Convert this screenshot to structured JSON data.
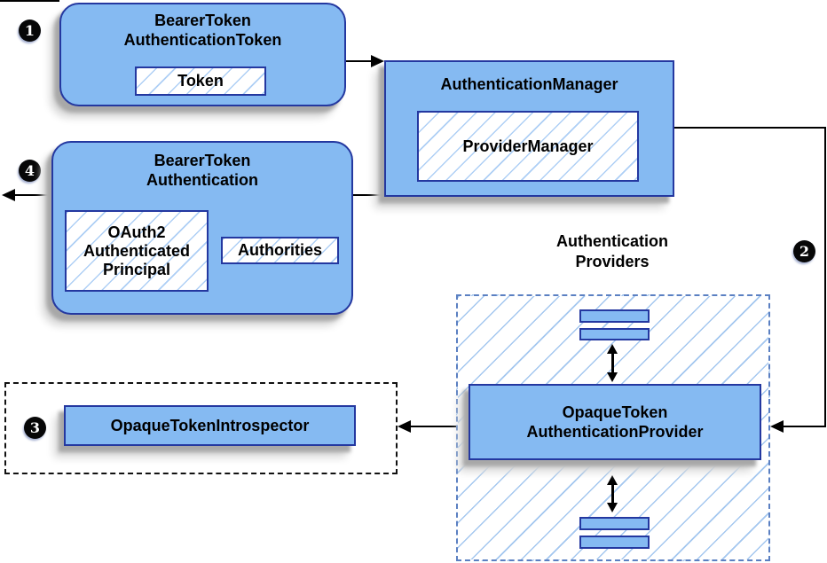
{
  "diagram": {
    "colors": {
      "node_fill": "#85baf2",
      "node_border": "#2438a0",
      "hatch_line": "#aecff5",
      "providers_dashed_border": "#5b80c2",
      "introspector_dashed_border": "#111111",
      "connector": "#000000",
      "shadow": "#a8a8a8",
      "badge_background": "#070707",
      "badge_text": "#ffffff"
    },
    "steps": {
      "one": "1",
      "two": "2",
      "three": "3",
      "four": "4"
    },
    "bearer_token_authentication_token": {
      "line1": "BearerToken",
      "line2": "AuthenticationToken",
      "token": "Token"
    },
    "authentication_manager": {
      "label": "AuthenticationManager",
      "provider_manager": "ProviderManager"
    },
    "bearer_token_authentication": {
      "line1": "BearerToken",
      "line2": "Authentication",
      "principal_line1": "OAuth2",
      "principal_line2": "Authenticated",
      "principal_line3": "Principal",
      "authorities": "Authorities"
    },
    "authentication_providers": {
      "line1": "Authentication",
      "line2": "Providers",
      "provider_line1": "OpaqueToken",
      "provider_line2": "AuthenticationProvider"
    },
    "opaque_token_introspector": {
      "label": "OpaqueTokenIntrospector"
    }
  }
}
